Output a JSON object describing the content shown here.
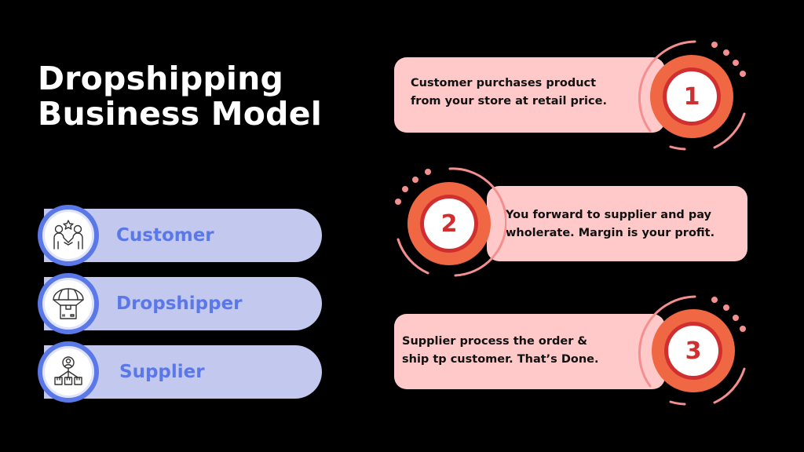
{
  "title": {
    "line1": "Dropshipping",
    "line2": "Business Model"
  },
  "roles": [
    {
      "label": "Customer",
      "icon": "handshake-icon"
    },
    {
      "label": "Dropshipper",
      "icon": "parachute-box-icon"
    },
    {
      "label": "Supplier",
      "icon": "supplier-network-icon"
    }
  ],
  "steps": [
    {
      "number": "1",
      "line1": "Customer purchases product",
      "line2": "from your store at retail price."
    },
    {
      "number": "2",
      "line1": "You forward to supplier and pay",
      "line2": "wholerate. Margin is your profit."
    },
    {
      "number": "3",
      "line1": "Supplier process the order &",
      "line2": "ship tp customer. That’s Done."
    }
  ],
  "colors": {
    "background": "#000000",
    "title_text": "#ffffff",
    "pill_fill": "#c3c8ef",
    "pill_accent": "#5a78e8",
    "card_fill": "#ffc9c9",
    "badge_outer": "#ef6843",
    "badge_ring": "#d12f2f",
    "badge_arc": "#f58f8f"
  }
}
